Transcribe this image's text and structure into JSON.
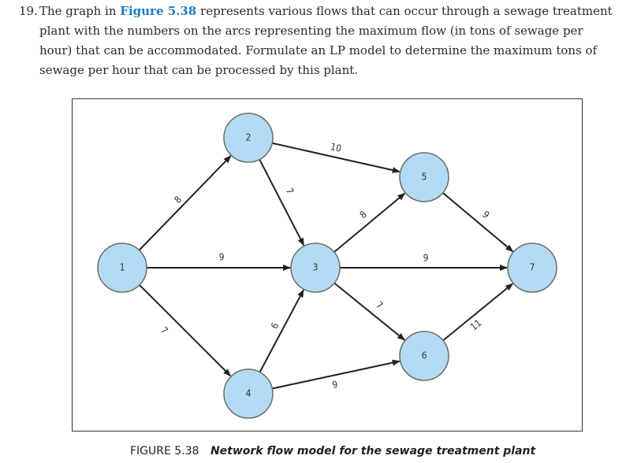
{
  "problem": {
    "number": "19.",
    "text_before": "The graph in ",
    "figure_ref": "Figure 5.38",
    "text_after": " represents various flows that can occur through a sewage treatment plant with the numbers on the arcs representing the maximum flow (in tons of sewage per hour) that can be accommodated. Formulate an LP model to determine the maximum tons of sewage per hour that can be processed by this plant."
  },
  "figure": {
    "caption_number": "FIGURE 5.38",
    "caption_title": "Network flow model for the sewage treatment plant",
    "nodes": [
      {
        "id": "1",
        "label": "1"
      },
      {
        "id": "2",
        "label": "2"
      },
      {
        "id": "3",
        "label": "3"
      },
      {
        "id": "4",
        "label": "4"
      },
      {
        "id": "5",
        "label": "5"
      },
      {
        "id": "6",
        "label": "6"
      },
      {
        "id": "7",
        "label": "7"
      }
    ],
    "arcs": [
      {
        "from": "1",
        "to": "2",
        "capacity": "8"
      },
      {
        "from": "1",
        "to": "3",
        "capacity": "9"
      },
      {
        "from": "1",
        "to": "4",
        "capacity": "7"
      },
      {
        "from": "2",
        "to": "3",
        "capacity": "7"
      },
      {
        "from": "2",
        "to": "5",
        "capacity": "10"
      },
      {
        "from": "4",
        "to": "3",
        "capacity": "6"
      },
      {
        "from": "4",
        "to": "6",
        "capacity": "9"
      },
      {
        "from": "3",
        "to": "5",
        "capacity": "8"
      },
      {
        "from": "3",
        "to": "7",
        "capacity": "9"
      },
      {
        "from": "3",
        "to": "6",
        "capacity": "7"
      },
      {
        "from": "5",
        "to": "7",
        "capacity": "9"
      },
      {
        "from": "6",
        "to": "7",
        "capacity": "11"
      }
    ],
    "colors": {
      "node_fill": "#b3dcf4",
      "ref_blue": "#1f79c6"
    }
  }
}
